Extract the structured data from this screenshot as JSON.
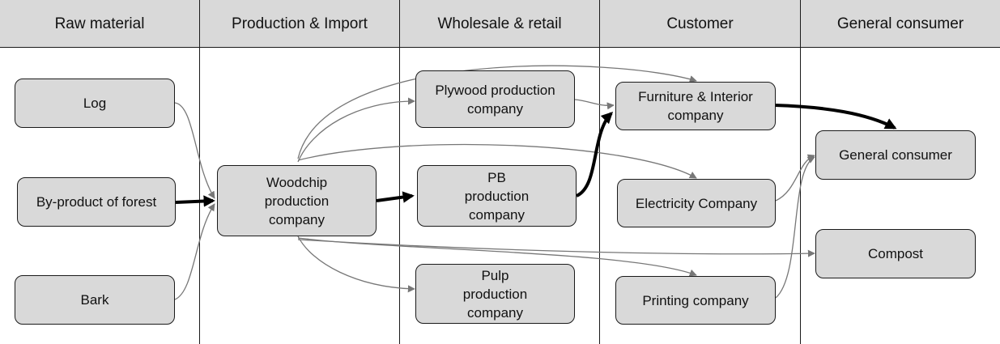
{
  "columns": [
    {
      "label": "Raw material"
    },
    {
      "label": "Production & Import"
    },
    {
      "label": "Wholesale & retail"
    },
    {
      "label": "Customer"
    },
    {
      "label": "General consumer"
    }
  ],
  "nodes": {
    "log": "Log",
    "byproduct": "By-product of forest",
    "bark": "Bark",
    "woodchip": "Woodchip\nproduction\ncompany",
    "plywood": "Plywood production\ncompany",
    "pb": "PB\nproduction\ncompany",
    "pulp": "Pulp\nproduction\ncompany",
    "furniture": "Furniture & Interior\ncompany",
    "electricity": "Electricity Company",
    "printing": "Printing company",
    "general": "General consumer",
    "compost": "Compost"
  },
  "colors": {
    "header_bg": "#d9d9d9",
    "node_bg": "#d9d9d9",
    "thin_edge": "#777777",
    "thick_edge": "#000000"
  }
}
